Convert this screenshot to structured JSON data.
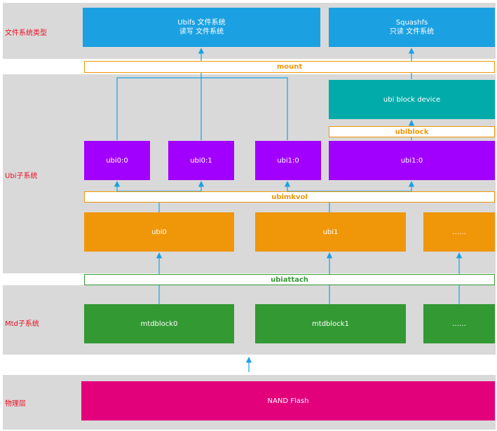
{
  "layers": {
    "fs_type": "文件系统类型",
    "ubi": "Ubi子系统",
    "mtd": "Mtd子系统",
    "physical": "物理层"
  },
  "fs": {
    "ubifs_line1": "Ubifs 文件系统",
    "ubifs_line2": "读写 文件系统",
    "squashfs_line1": "Squashfs",
    "squashfs_line2": "只读 文件系统"
  },
  "commands": {
    "mount": "mount",
    "ubiblock": "ubiblock",
    "ubimkvol": "ubimkvol",
    "ubiattach": "ubiattach"
  },
  "ubi_block_device": "ubi block device",
  "volumes": [
    "ubi0:0",
    "ubi0:1",
    "ubi1:0",
    "ubi1:0"
  ],
  "ubi_devices": [
    "ubi0",
    "ubi1",
    "……"
  ],
  "mtd_blocks": [
    "mtdblock0",
    "mtdblock1",
    "……"
  ],
  "nand": "NAND Flash",
  "colors": {
    "band": "#d9d9d9",
    "label": "#e81123",
    "blue": "#1ba1e2",
    "teal": "#00aba9",
    "purple": "#a100ff",
    "orange": "#f09609",
    "green": "#339933",
    "magenta": "#e3007b",
    "arrow": "#1ba1e2"
  }
}
